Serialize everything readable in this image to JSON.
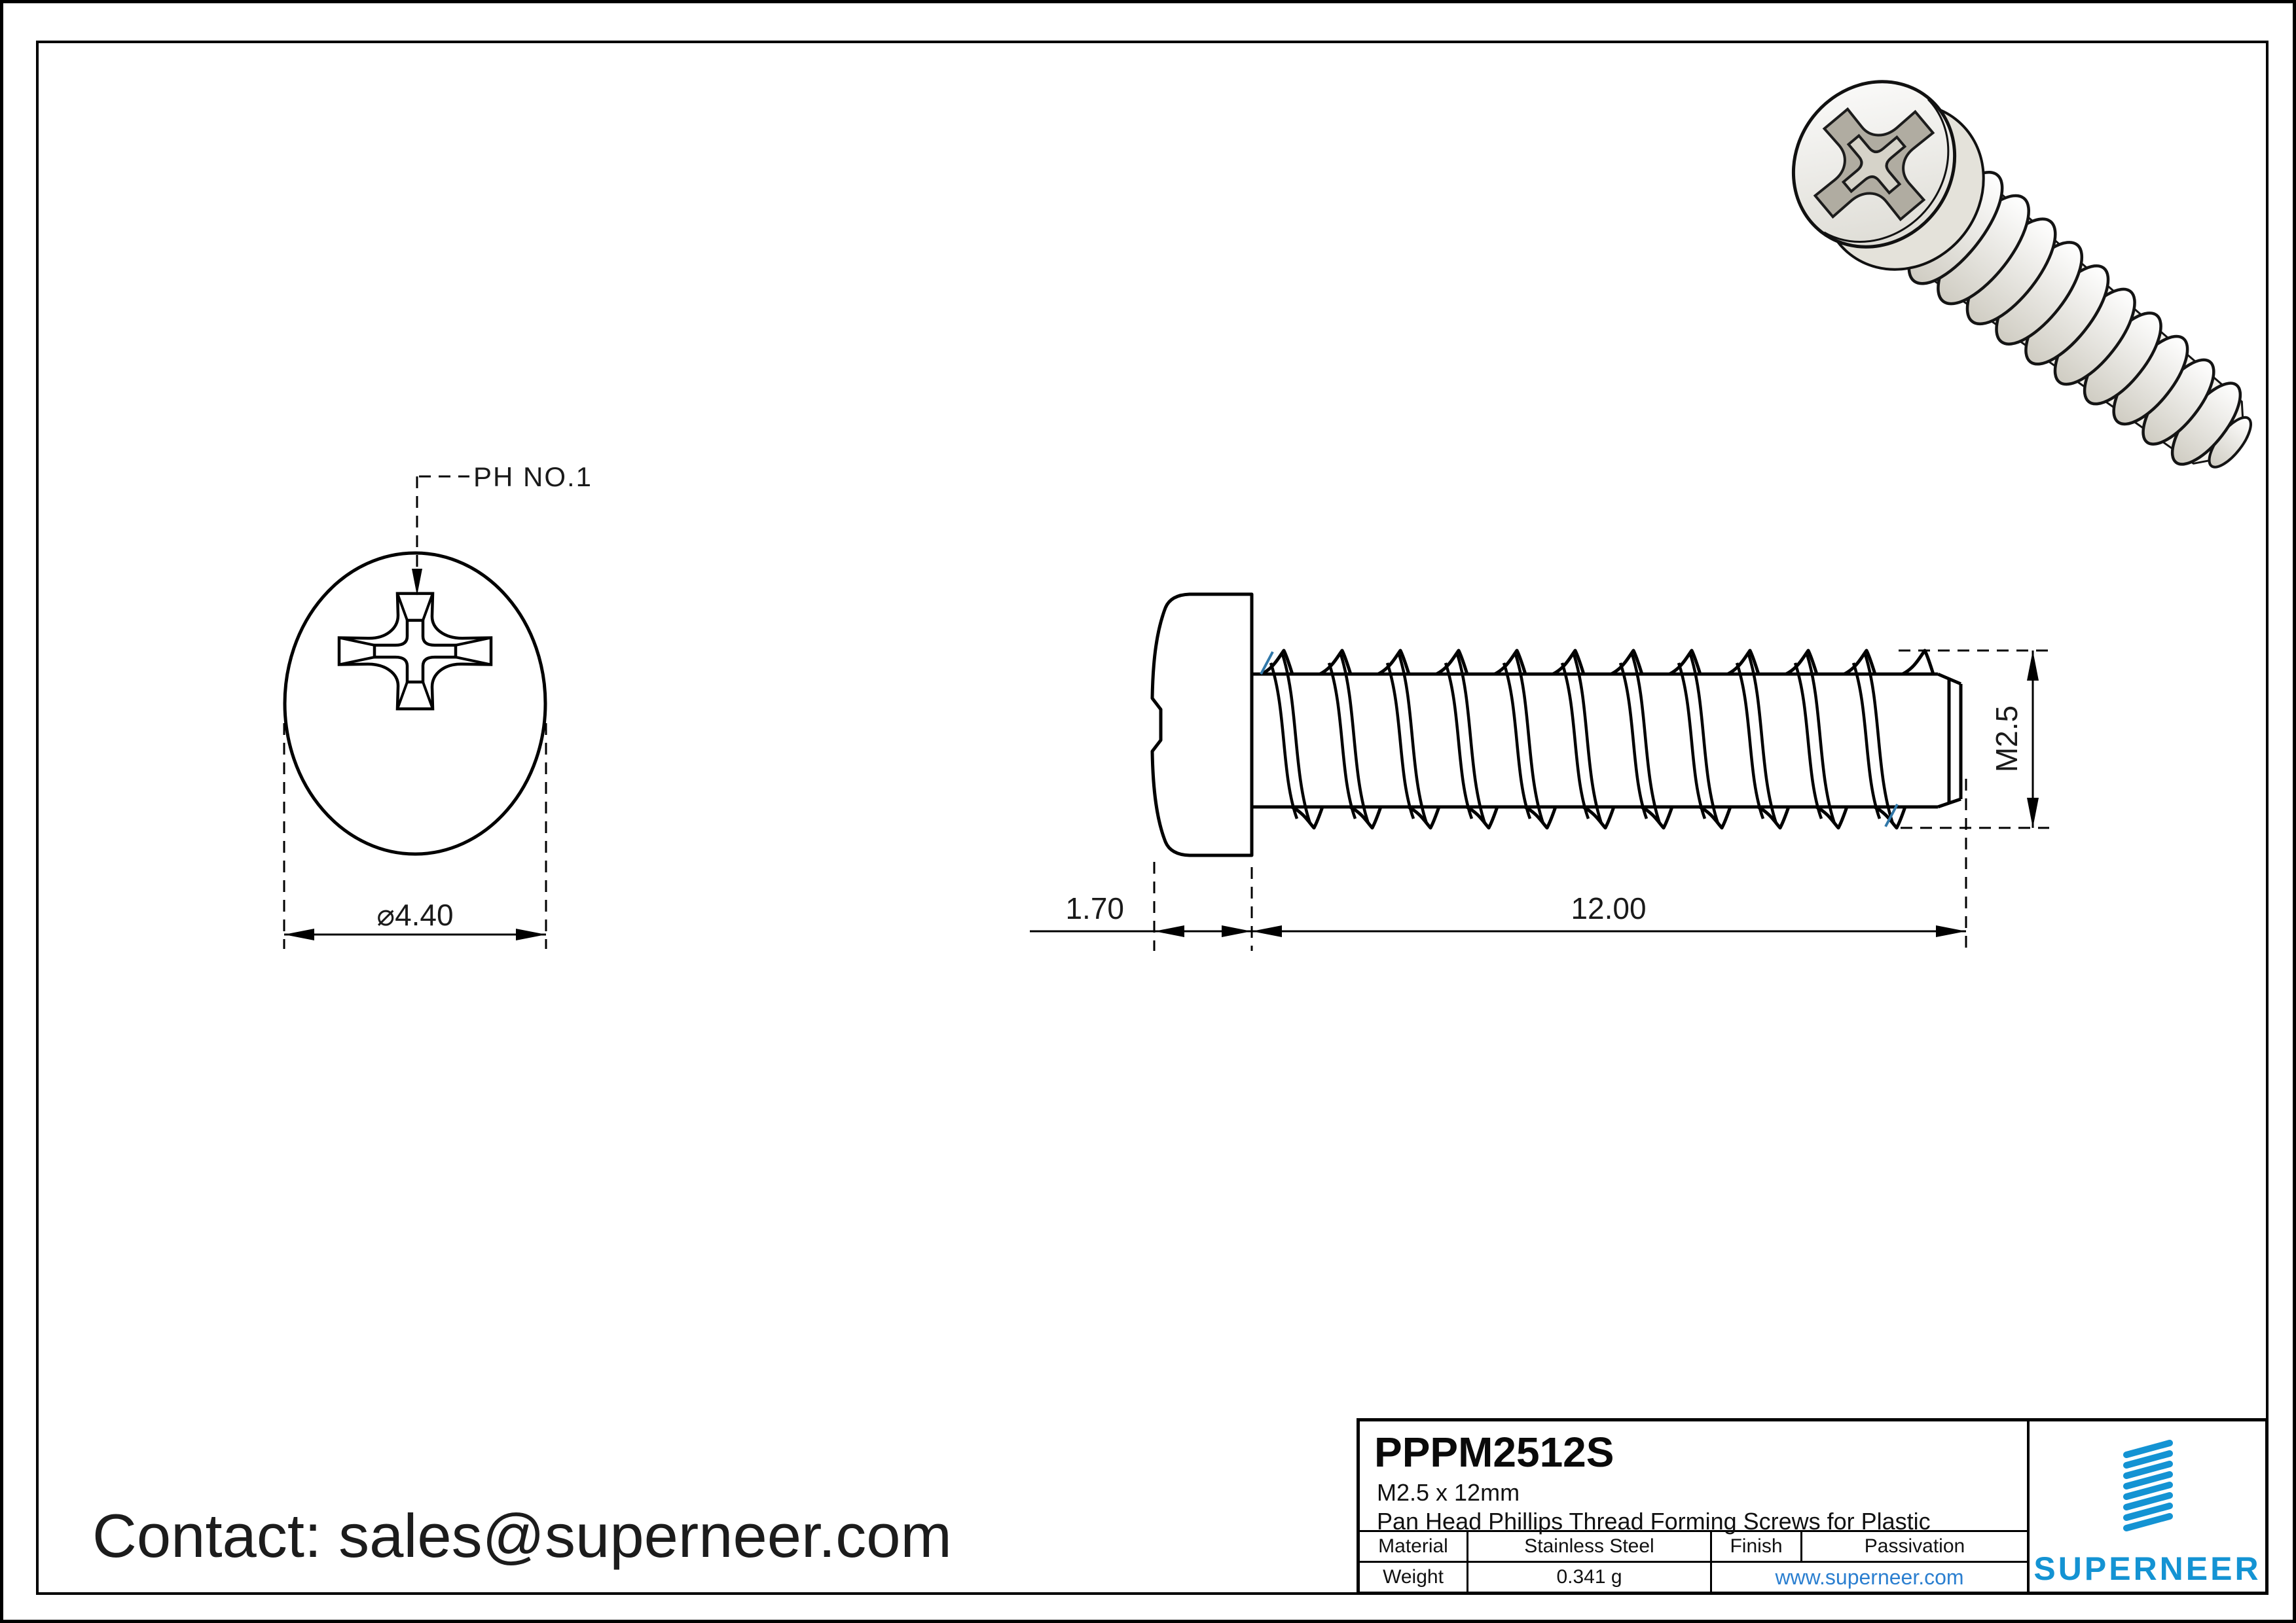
{
  "top_view": {
    "drive_label": "PH NO.1",
    "dim_head_diameter": "⌀4.40"
  },
  "side_view": {
    "dim_head_height": "1.70",
    "dim_thread_length": "12.00",
    "dim_thread_size": "M2.5"
  },
  "contact": {
    "line": "Contact: sales@superneer.com"
  },
  "title_block": {
    "part_number": "PPPM2512S",
    "size_line": "M2.5 x 12mm",
    "description": "Pan Head Phillips Thread Forming Screws for Plastic",
    "material_label": "Material",
    "material_value": "Stainless Steel",
    "finish_label": "Finish",
    "finish_value": "Passivation",
    "weight_label": "Weight",
    "weight_value": "0.341 g",
    "website": "www.superneer.com",
    "brand": "SUPERNEER"
  },
  "colors": {
    "brand_blue": "#1493d3",
    "link_blue": "#2b7fd0",
    "line_black": "#000000",
    "accent_blue": "#3178a9"
  }
}
